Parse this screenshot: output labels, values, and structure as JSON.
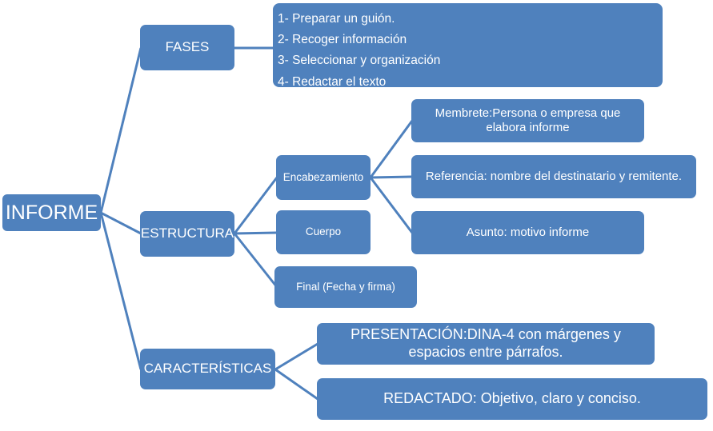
{
  "diagram": {
    "title": "INFORME",
    "accent_color": "#4F81BD",
    "text_color": "#FFFFFF",
    "background_color": "#FFFFFF",
    "root": {
      "label": "INFORME"
    },
    "branches": [
      {
        "label": "FASES",
        "detail_list": {
          "items": [
            "1- Preparar un guión.",
            "2- Recoger información",
            "3- Seleccionar y organización",
            "4- Redactar el texto"
          ]
        }
      },
      {
        "label": "ESTRUCTURA",
        "children": [
          {
            "label": "Encabezamiento",
            "children": [
              {
                "label": "Membrete:Persona o empresa que elabora informe"
              },
              {
                "label": "Referencia: nombre del destinatario y remitente."
              },
              {
                "label": "Asunto: motivo informe"
              }
            ]
          },
          {
            "label": "Cuerpo"
          },
          {
            "label": "Final (Fecha y firma)"
          }
        ]
      },
      {
        "label": "CARACTERÍSTICAS",
        "children": [
          {
            "label": "PRESENTACIÓN:DINA-4 con márgenes y espacios entre párrafos."
          },
          {
            "label": "REDACTADO: Objetivo, claro y conciso."
          }
        ]
      }
    ]
  }
}
